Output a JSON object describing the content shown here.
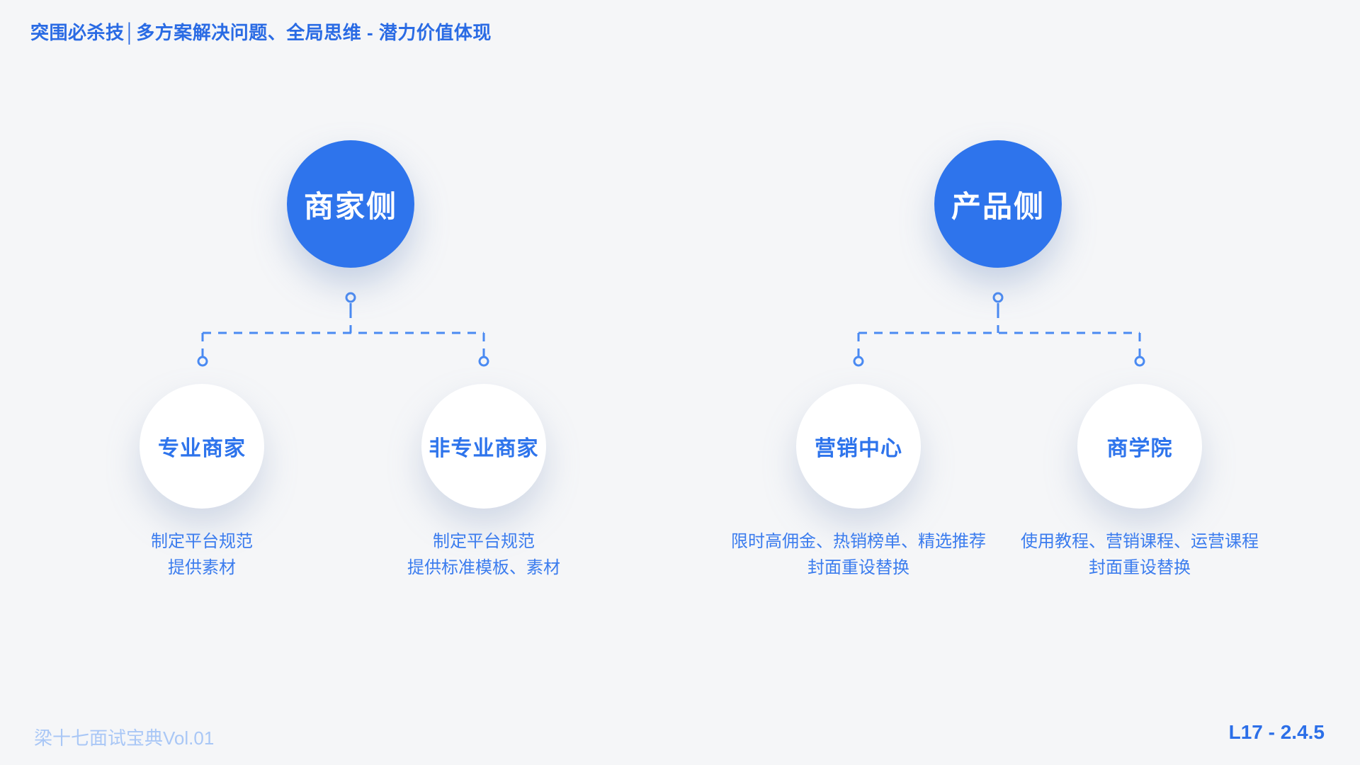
{
  "header": {
    "title": "突围必杀技│多方案解决问题、全局思维 - 潜力价值体现"
  },
  "colors": {
    "background": "#F5F6F8",
    "primary_blue": "#2E74EC",
    "connector_blue": "#4A8AF2",
    "title_blue": "#2A6BE4",
    "desc_blue": "#3B7CEE",
    "footer_light_blue": "#A9C7F6",
    "root_label_white": "#FFFFFF"
  },
  "trees": [
    {
      "root": {
        "label": "商家侧"
      },
      "children": [
        {
          "label": "专业商家",
          "desc_lines": [
            "制定平台规范",
            "提供素材"
          ]
        },
        {
          "label": "非专业商家",
          "desc_lines": [
            "制定平台规范",
            "提供标准模板、素材"
          ]
        }
      ]
    },
    {
      "root": {
        "label": "产品侧"
      },
      "children": [
        {
          "label": "营销中心",
          "desc_lines": [
            "限时高佣金、热销榜单、精选推荐",
            "封面重设替换"
          ]
        },
        {
          "label": "商学院",
          "desc_lines": [
            "使用教程、营销课程、运营课程",
            "封面重设替换"
          ]
        }
      ]
    }
  ],
  "footer": {
    "left": "梁十七面试宝典Vol.01",
    "right": "L17 - 2.4.5"
  }
}
